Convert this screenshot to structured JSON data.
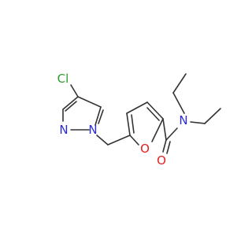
{
  "molecule": {
    "atoms": {
      "cl": {
        "symbol": "Cl",
        "color": "#2e9a2e"
      },
      "n_ring_top": {
        "symbol": "N",
        "color": "#2b2bd6"
      },
      "n_ring_bottom": {
        "symbol": "N",
        "color": "#2b2bd6"
      },
      "o_furan": {
        "symbol": "O",
        "color": "#e02020"
      },
      "o_carbonyl": {
        "symbol": "O",
        "color": "#e02020"
      },
      "n_amide": {
        "symbol": "N",
        "color": "#2b2bd6"
      }
    },
    "bond_color": "#333333"
  }
}
